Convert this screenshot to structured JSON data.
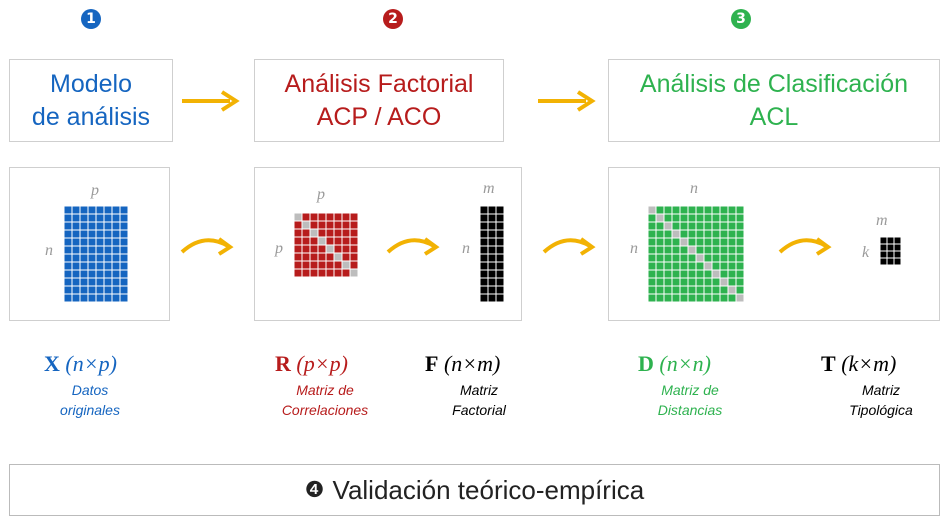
{
  "steps": [
    {
      "badge": "1",
      "color": "#1565c0",
      "title_line1": "Modelo",
      "title_line2": "de análisis"
    },
    {
      "badge": "2",
      "color": "#b71c1c",
      "title_line1": "Análisis Factorial",
      "title_line2": "ACP / ACO"
    },
    {
      "badge": "3",
      "color": "#2eb24f",
      "title_line1": "Análisis de Clasificación",
      "title_line2": "ACL"
    }
  ],
  "matrices": [
    {
      "label": "X",
      "dims": "(n×p)",
      "color": "#1565c0",
      "caption_line1": "Datos",
      "caption_line2": "originales",
      "row_label": "n",
      "col_label": "p"
    },
    {
      "label": "R",
      "dims": "(p×p)",
      "color": "#b71c1c",
      "caption_line1": "Matriz de",
      "caption_line2": "Correlaciones",
      "row_label": "p",
      "col_label": "p"
    },
    {
      "label": "F",
      "dims": "(n×m)",
      "color": "#000000",
      "caption_line1": "Matriz",
      "caption_line2": "Factorial",
      "row_label": "n",
      "col_label": "m"
    },
    {
      "label": "D",
      "dims": "(n×n)",
      "color": "#2eb24f",
      "caption_line1": "Matriz de",
      "caption_line2": "Distancias",
      "row_label": "n",
      "col_label": "n"
    },
    {
      "label": "T",
      "dims": "(k×m)",
      "color": "#000000",
      "caption_line1": "Matriz",
      "caption_line2": "Tipológica",
      "row_label": "k",
      "col_label": "m"
    }
  ],
  "validation": {
    "number": "❹",
    "text": "Validación teórico-empírica"
  },
  "colors": {
    "arrow": "#f2b203",
    "grid_line": "#ffffff",
    "diagonal": "#bdbdbd",
    "box_border": "#cfcfcf"
  }
}
